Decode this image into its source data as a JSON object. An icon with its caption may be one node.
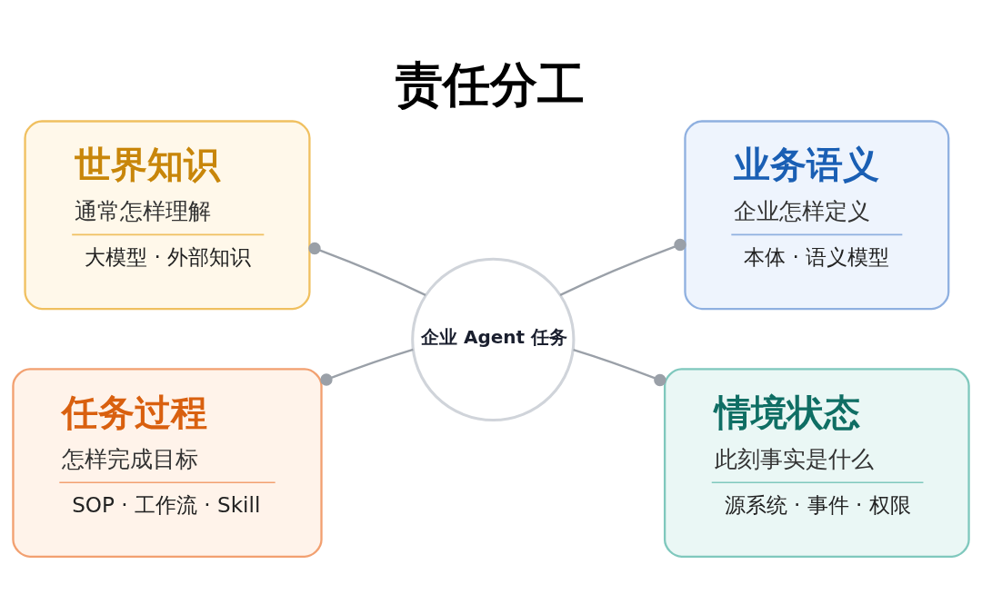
{
  "diagram": {
    "title": "责任分工",
    "nodes": [
      {
        "text": [
          "世界知识",
          "通常怎样理解",
          "大模型 · 外部知识"
        ]
      },
      {
        "text": [
          "业务语义",
          "企业怎样定义",
          "本体 · 语义模型"
        ]
      },
      {
        "text": [
          "企业 Agent 任务"
        ]
      },
      {
        "text": [
          "任务过程",
          "怎样完成目标",
          "SOP · 工作流 · Skill"
        ]
      },
      {
        "text": [
          "情境状态",
          "此刻事实是什么",
          "源系统 · 事件 · 权限"
        ]
      }
    ],
    "edges": [
      {
        "from": 2,
        "to": 0,
        "arrow": "other"
      },
      {
        "from": 2,
        "to": 1,
        "arrow": "other"
      },
      {
        "from": 2,
        "to": 3,
        "arrow": "other"
      },
      {
        "from": 2,
        "to": 4,
        "arrow": "other"
      }
    ]
  }
}
